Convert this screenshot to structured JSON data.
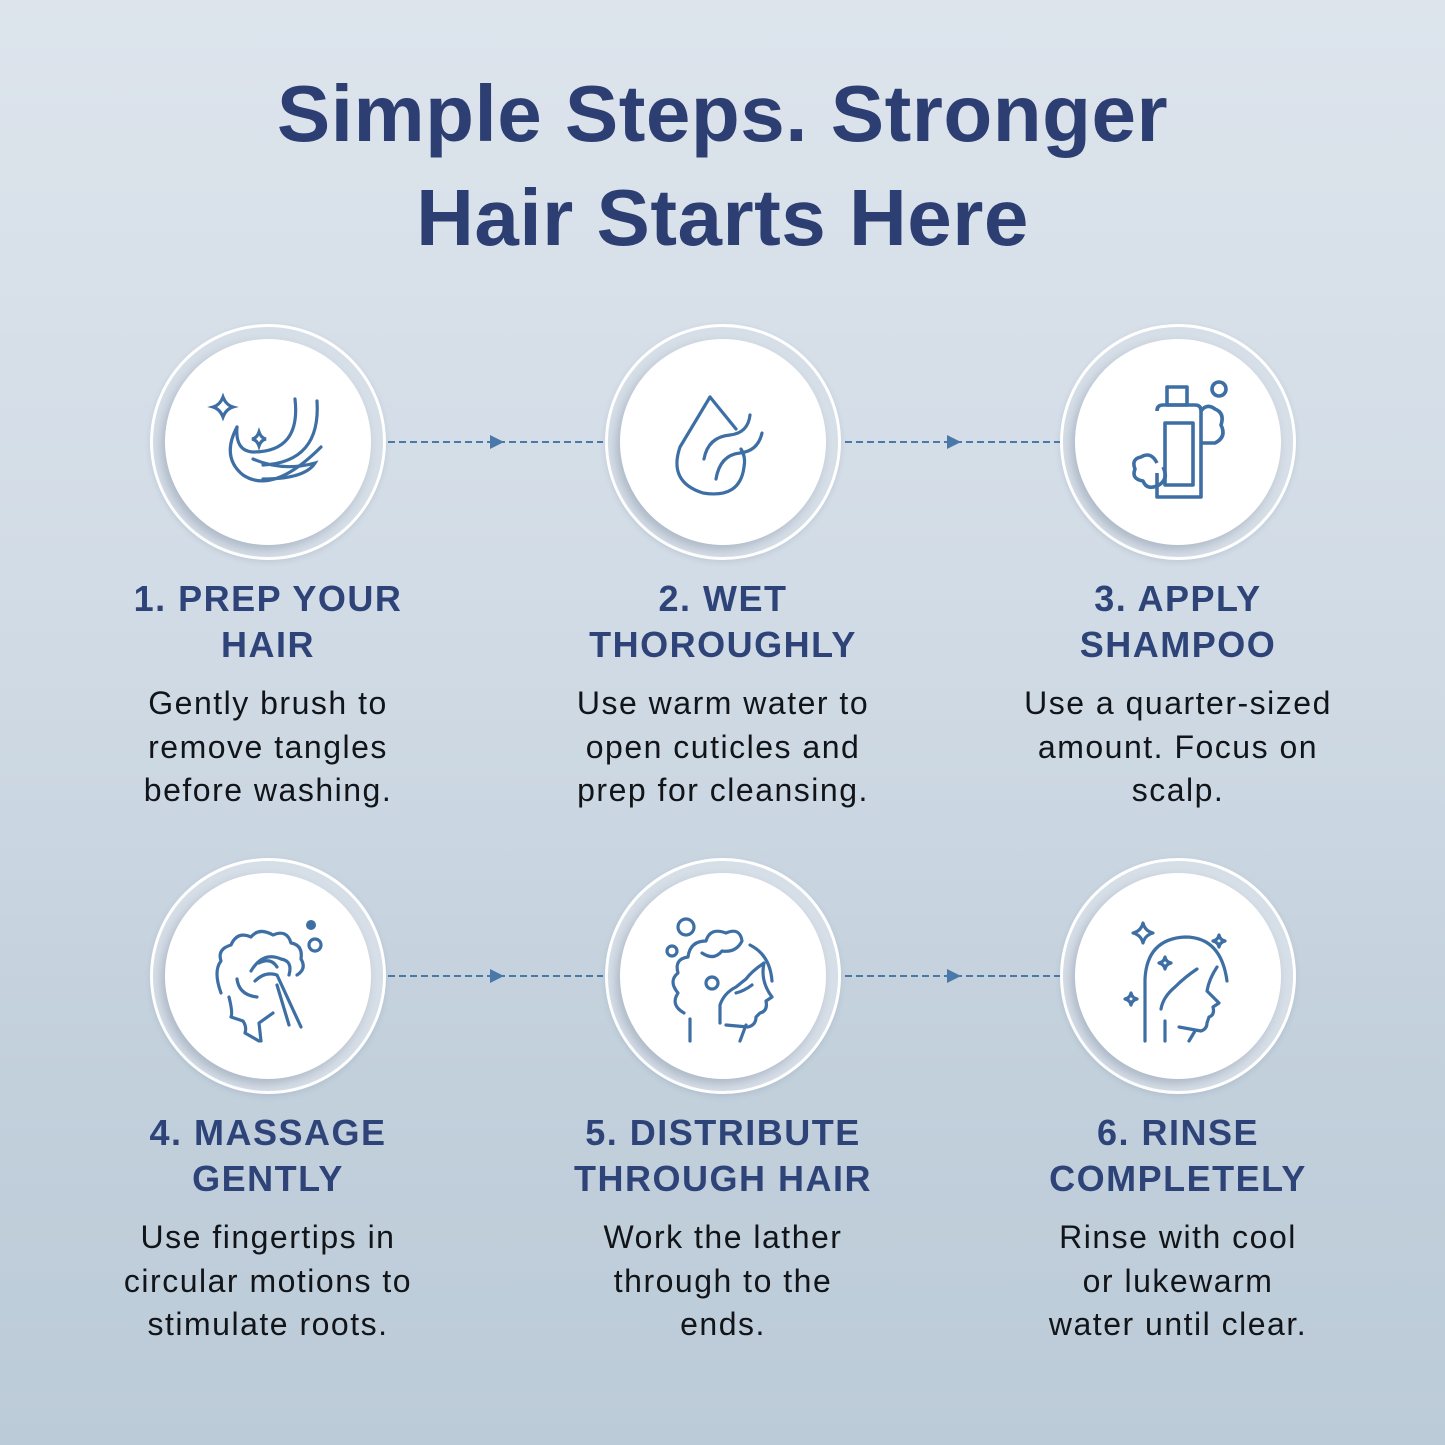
{
  "title": {
    "line1": "Simple Steps. Stronger",
    "line2": "Hair Starts Here"
  },
  "colors": {
    "title": "#2c3e72",
    "heading": "#2e4378",
    "icon_stroke": "#3e6fa4",
    "connector": "#4a78a8",
    "body_text": "#111418",
    "background_top": "#dde4ec",
    "background_bottom": "#bccbd8"
  },
  "steps": [
    {
      "number": "1",
      "icon": "hair-strands-sparkle-icon",
      "heading_line1": "1. PREP YOUR",
      "heading_line2": "HAIR",
      "desc_line1": "Gently brush to",
      "desc_line2": "remove tangles",
      "desc_line3": "before washing."
    },
    {
      "number": "2",
      "icon": "water-drop-hair-icon",
      "heading_line1": "2. WET",
      "heading_line2": "THOROUGHLY",
      "desc_line1": "Use warm water to",
      "desc_line2": "open cuticles and",
      "desc_line3": "prep for cleansing."
    },
    {
      "number": "3",
      "icon": "shampoo-bottle-icon",
      "heading_line1": "3. APPLY",
      "heading_line2": "SHAMPOO",
      "desc_line1": "Use a quarter-sized",
      "desc_line2": "amount. Focus on",
      "desc_line3": "scalp."
    },
    {
      "number": "4",
      "icon": "head-massage-icon",
      "heading_line1": "4. MASSAGE",
      "heading_line2": "GENTLY",
      "desc_line1": "Use fingertips in",
      "desc_line2": "circular motions to",
      "desc_line3": "stimulate roots."
    },
    {
      "number": "5",
      "icon": "lathered-head-icon",
      "heading_line1": "5. DISTRIBUTE",
      "heading_line2": "THROUGH HAIR",
      "desc_line1": "Work the lather",
      "desc_line2": "through to the",
      "desc_line3": "ends."
    },
    {
      "number": "6",
      "icon": "clean-hair-sparkle-icon",
      "heading_line1": "6. RINSE",
      "heading_line2": "COMPLETELY",
      "desc_line1": "Rinse with cool",
      "desc_line2": "or lukewarm",
      "desc_line3": "water until clear."
    }
  ]
}
